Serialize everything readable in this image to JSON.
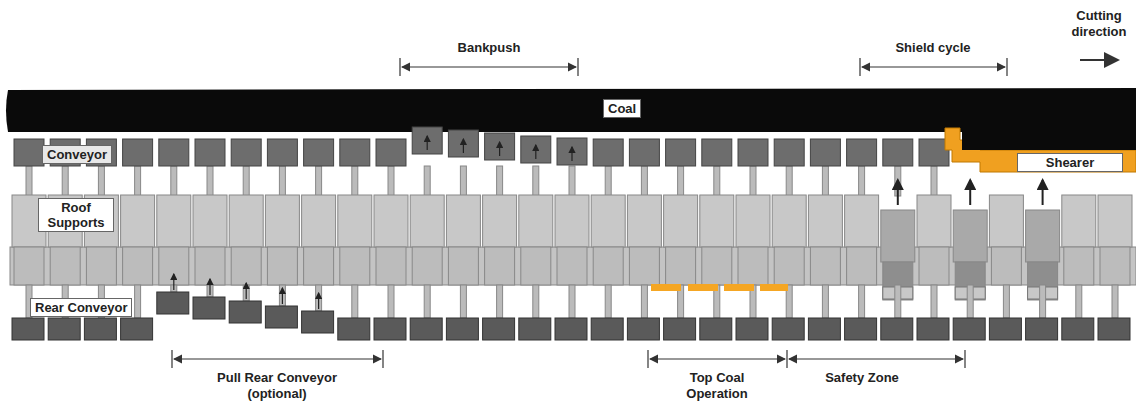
{
  "diagram": {
    "nodes": [
      {
        "text": [
          "Coal"
        ]
      },
      {
        "text": [
          "Conveyor"
        ]
      },
      {
        "text": [
          "Roof Supports"
        ]
      },
      {
        "text": [
          "Rear Conveyor"
        ]
      },
      {
        "text": [
          "Shearer"
        ]
      }
    ],
    "labels": [
      "Bankpush",
      "Shield cycle",
      "Cutting direction",
      "Pull Rear Conveyor (optional)",
      "Top Coal Operation",
      "Safety Zone"
    ]
  }
}
